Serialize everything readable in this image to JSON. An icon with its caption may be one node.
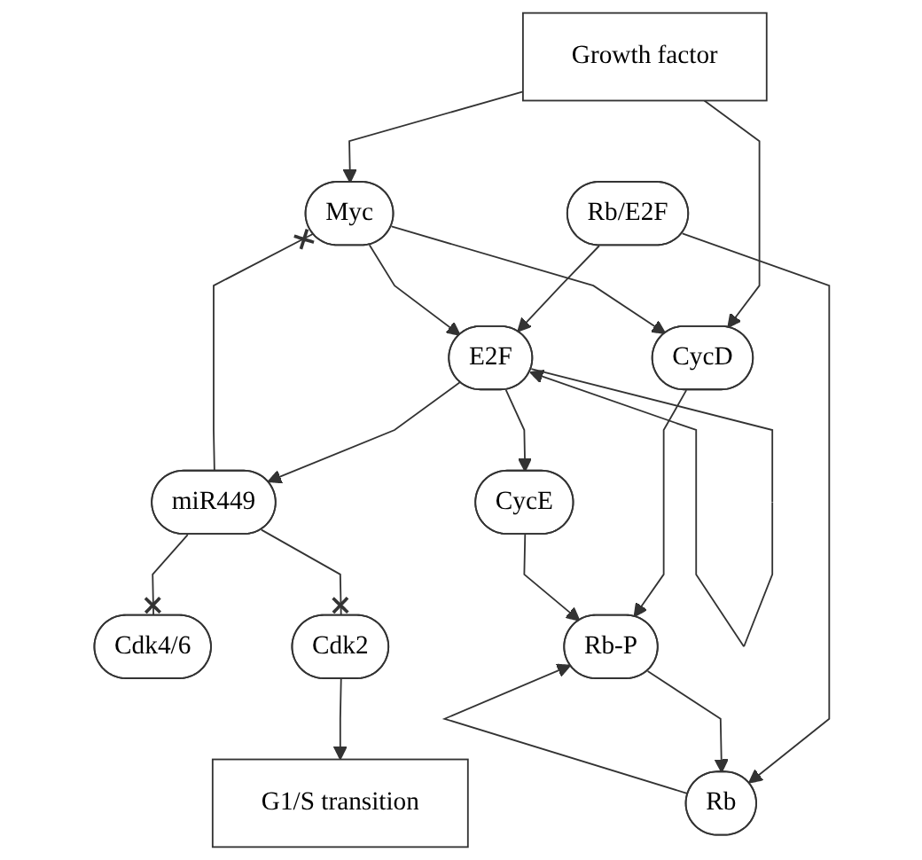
{
  "diagram": {
    "nodes": [
      {
        "text": [
          "Myc"
        ]
      },
      {
        "text": [
          "Growth factor"
        ]
      },
      {
        "text": [
          "CycD"
        ]
      },
      {
        "text": [
          "Cdk4/6"
        ]
      },
      {
        "text": [
          "Rb"
        ]
      },
      {
        "text": [
          "Rb/E2F"
        ]
      },
      {
        "text": [
          "Rb-P"
        ]
      },
      {
        "text": [
          "CycE"
        ]
      },
      {
        "text": [
          "Cdk2"
        ]
      },
      {
        "text": [
          "E2F"
        ]
      },
      {
        "text": [
          "G1/S transition"
        ]
      },
      {
        "text": [
          "miR449"
        ]
      }
    ],
    "edges": [
      {
        "from": 1,
        "to": 0,
        "arrow": "to"
      },
      {
        "from": 1,
        "to": 2,
        "arrow": "to"
      },
      {
        "from": 0,
        "to": 2,
        "arrow": "to"
      },
      {
        "from": 5,
        "to": 4,
        "arrow": "to"
      },
      {
        "from": 5,
        "to": 9,
        "arrow": "to"
      },
      {
        "from": 4,
        "to": 6,
        "arrow": "to"
      },
      {
        "from": 6,
        "to": 4,
        "arrow": "to"
      },
      {
        "from": 2,
        "to": 6,
        "arrow": "to"
      },
      {
        "from": 7,
        "to": 6,
        "arrow": "to"
      },
      {
        "from": 0,
        "to": 9,
        "arrow": "to"
      },
      {
        "from": 9,
        "to": 9,
        "arrow": "to"
      },
      {
        "from": 9,
        "to": 7,
        "arrow": "to"
      },
      {
        "from": 8,
        "to": 10,
        "arrow": "to"
      },
      {
        "from": 9,
        "to": 11,
        "arrow": "to"
      },
      {
        "from": 11,
        "to": 0,
        "arrow": "other"
      },
      {
        "from": 11,
        "to": 8,
        "arrow": "other"
      },
      {
        "from": 11,
        "to": 3,
        "arrow": "other"
      }
    ]
  }
}
